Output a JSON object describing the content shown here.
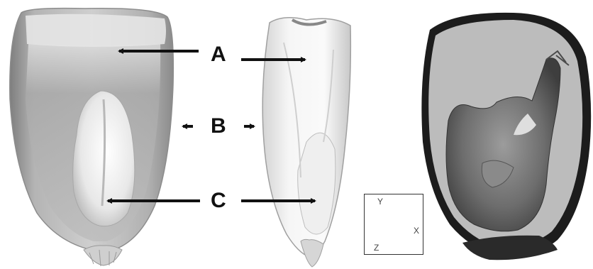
{
  "labels": {
    "a": "A",
    "b": "B",
    "c": "C"
  },
  "axes": {
    "y": "Y",
    "x": "X",
    "z": "Z"
  }
}
